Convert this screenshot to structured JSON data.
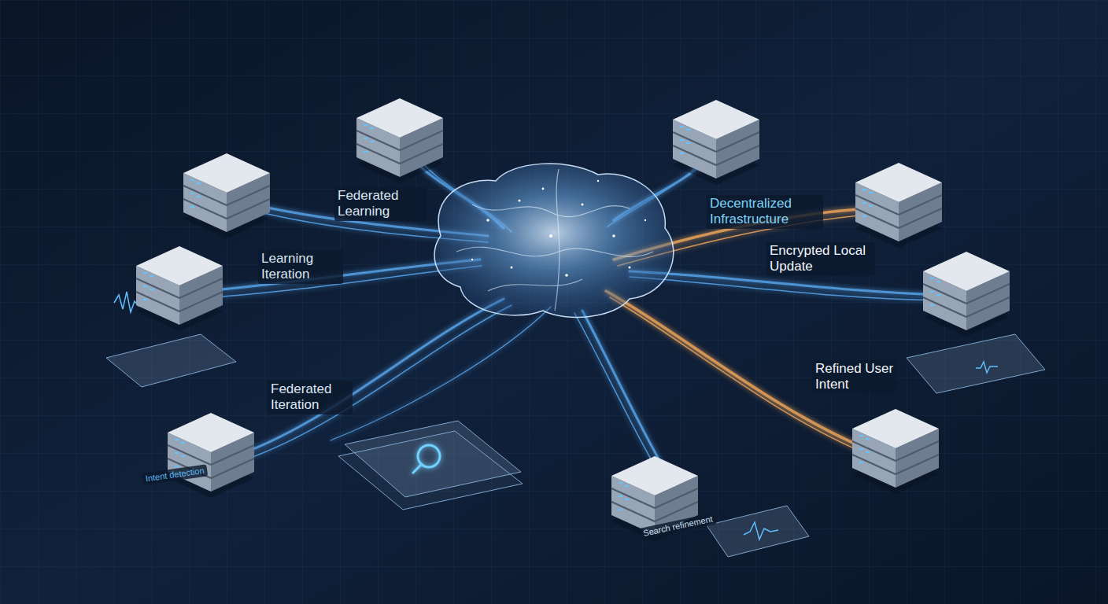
{
  "diagram": {
    "labels": [
      "Federated Learning",
      "Learning Iteration",
      "Federated Iteration",
      "Decentralized Infrastructure",
      "Encrypted Local Update",
      "Refined User Intent",
      "Intent detection",
      "Search refinement"
    ]
  }
}
